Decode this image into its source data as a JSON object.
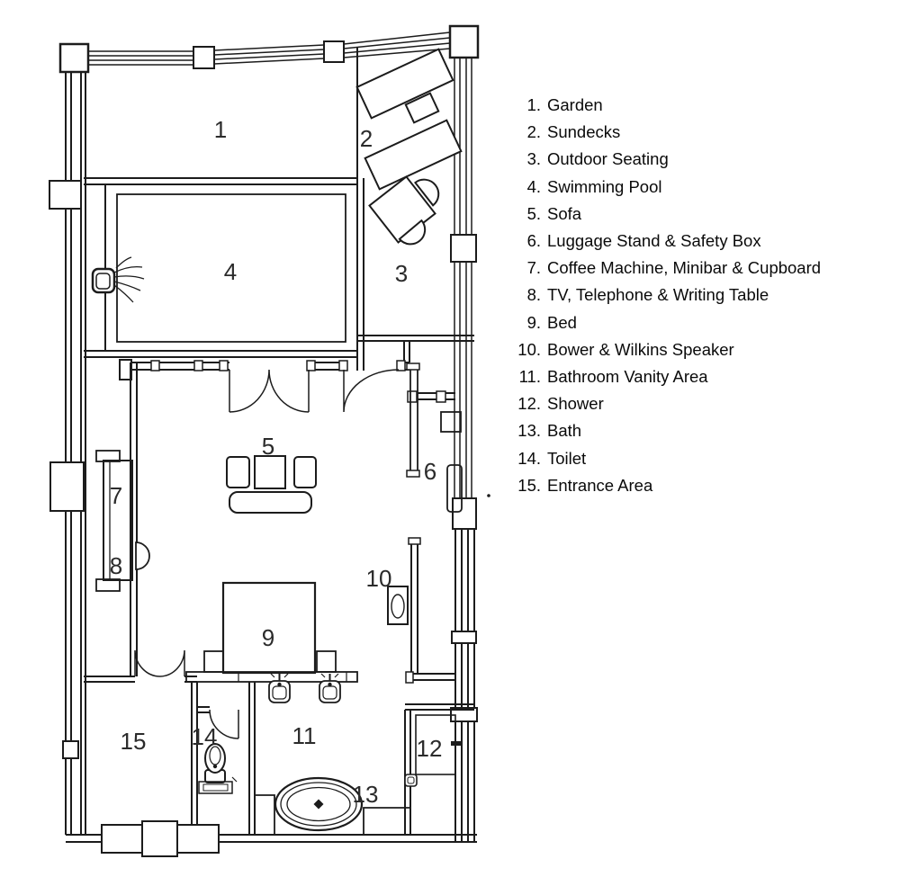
{
  "legend": {
    "items": [
      {
        "number": "1.",
        "label": "Garden"
      },
      {
        "number": "2.",
        "label": "Sundecks"
      },
      {
        "number": "3.",
        "label": "Outdoor Seating"
      },
      {
        "number": "4.",
        "label": "Swimming Pool"
      },
      {
        "number": "5.",
        "label": "Sofa"
      },
      {
        "number": "6.",
        "label": "Luggage Stand & Safety Box"
      },
      {
        "number": "7.",
        "label": "Coffee Machine, Minibar & Cupboard"
      },
      {
        "number": "8.",
        "label": "TV, Telephone & Writing Table"
      },
      {
        "number": "9.",
        "label": "Bed"
      },
      {
        "number": "10.",
        "label": "Bower & Wilkins Speaker"
      },
      {
        "number": "11.",
        "label": "Bathroom Vanity Area"
      },
      {
        "number": "12.",
        "label": "Shower"
      },
      {
        "number": "13.",
        "label": "Bath"
      },
      {
        "number": "14.",
        "label": "Toilet"
      },
      {
        "number": "15.",
        "label": "Entrance Area"
      }
    ]
  },
  "plan": {
    "labels": [
      {
        "text": "1"
      },
      {
        "text": "2"
      },
      {
        "text": "3"
      },
      {
        "text": "4"
      },
      {
        "text": "5"
      },
      {
        "text": "6"
      },
      {
        "text": "7"
      },
      {
        "text": "8"
      },
      {
        "text": "9"
      },
      {
        "text": "10"
      },
      {
        "text": "11"
      },
      {
        "text": "12"
      },
      {
        "text": "13"
      },
      {
        "text": "14"
      },
      {
        "text": "15"
      }
    ]
  },
  "colors": {
    "line": "#1c1c1c",
    "label": "#2b2b2b",
    "text": "#0a0a0a",
    "background": "#ffffff"
  }
}
